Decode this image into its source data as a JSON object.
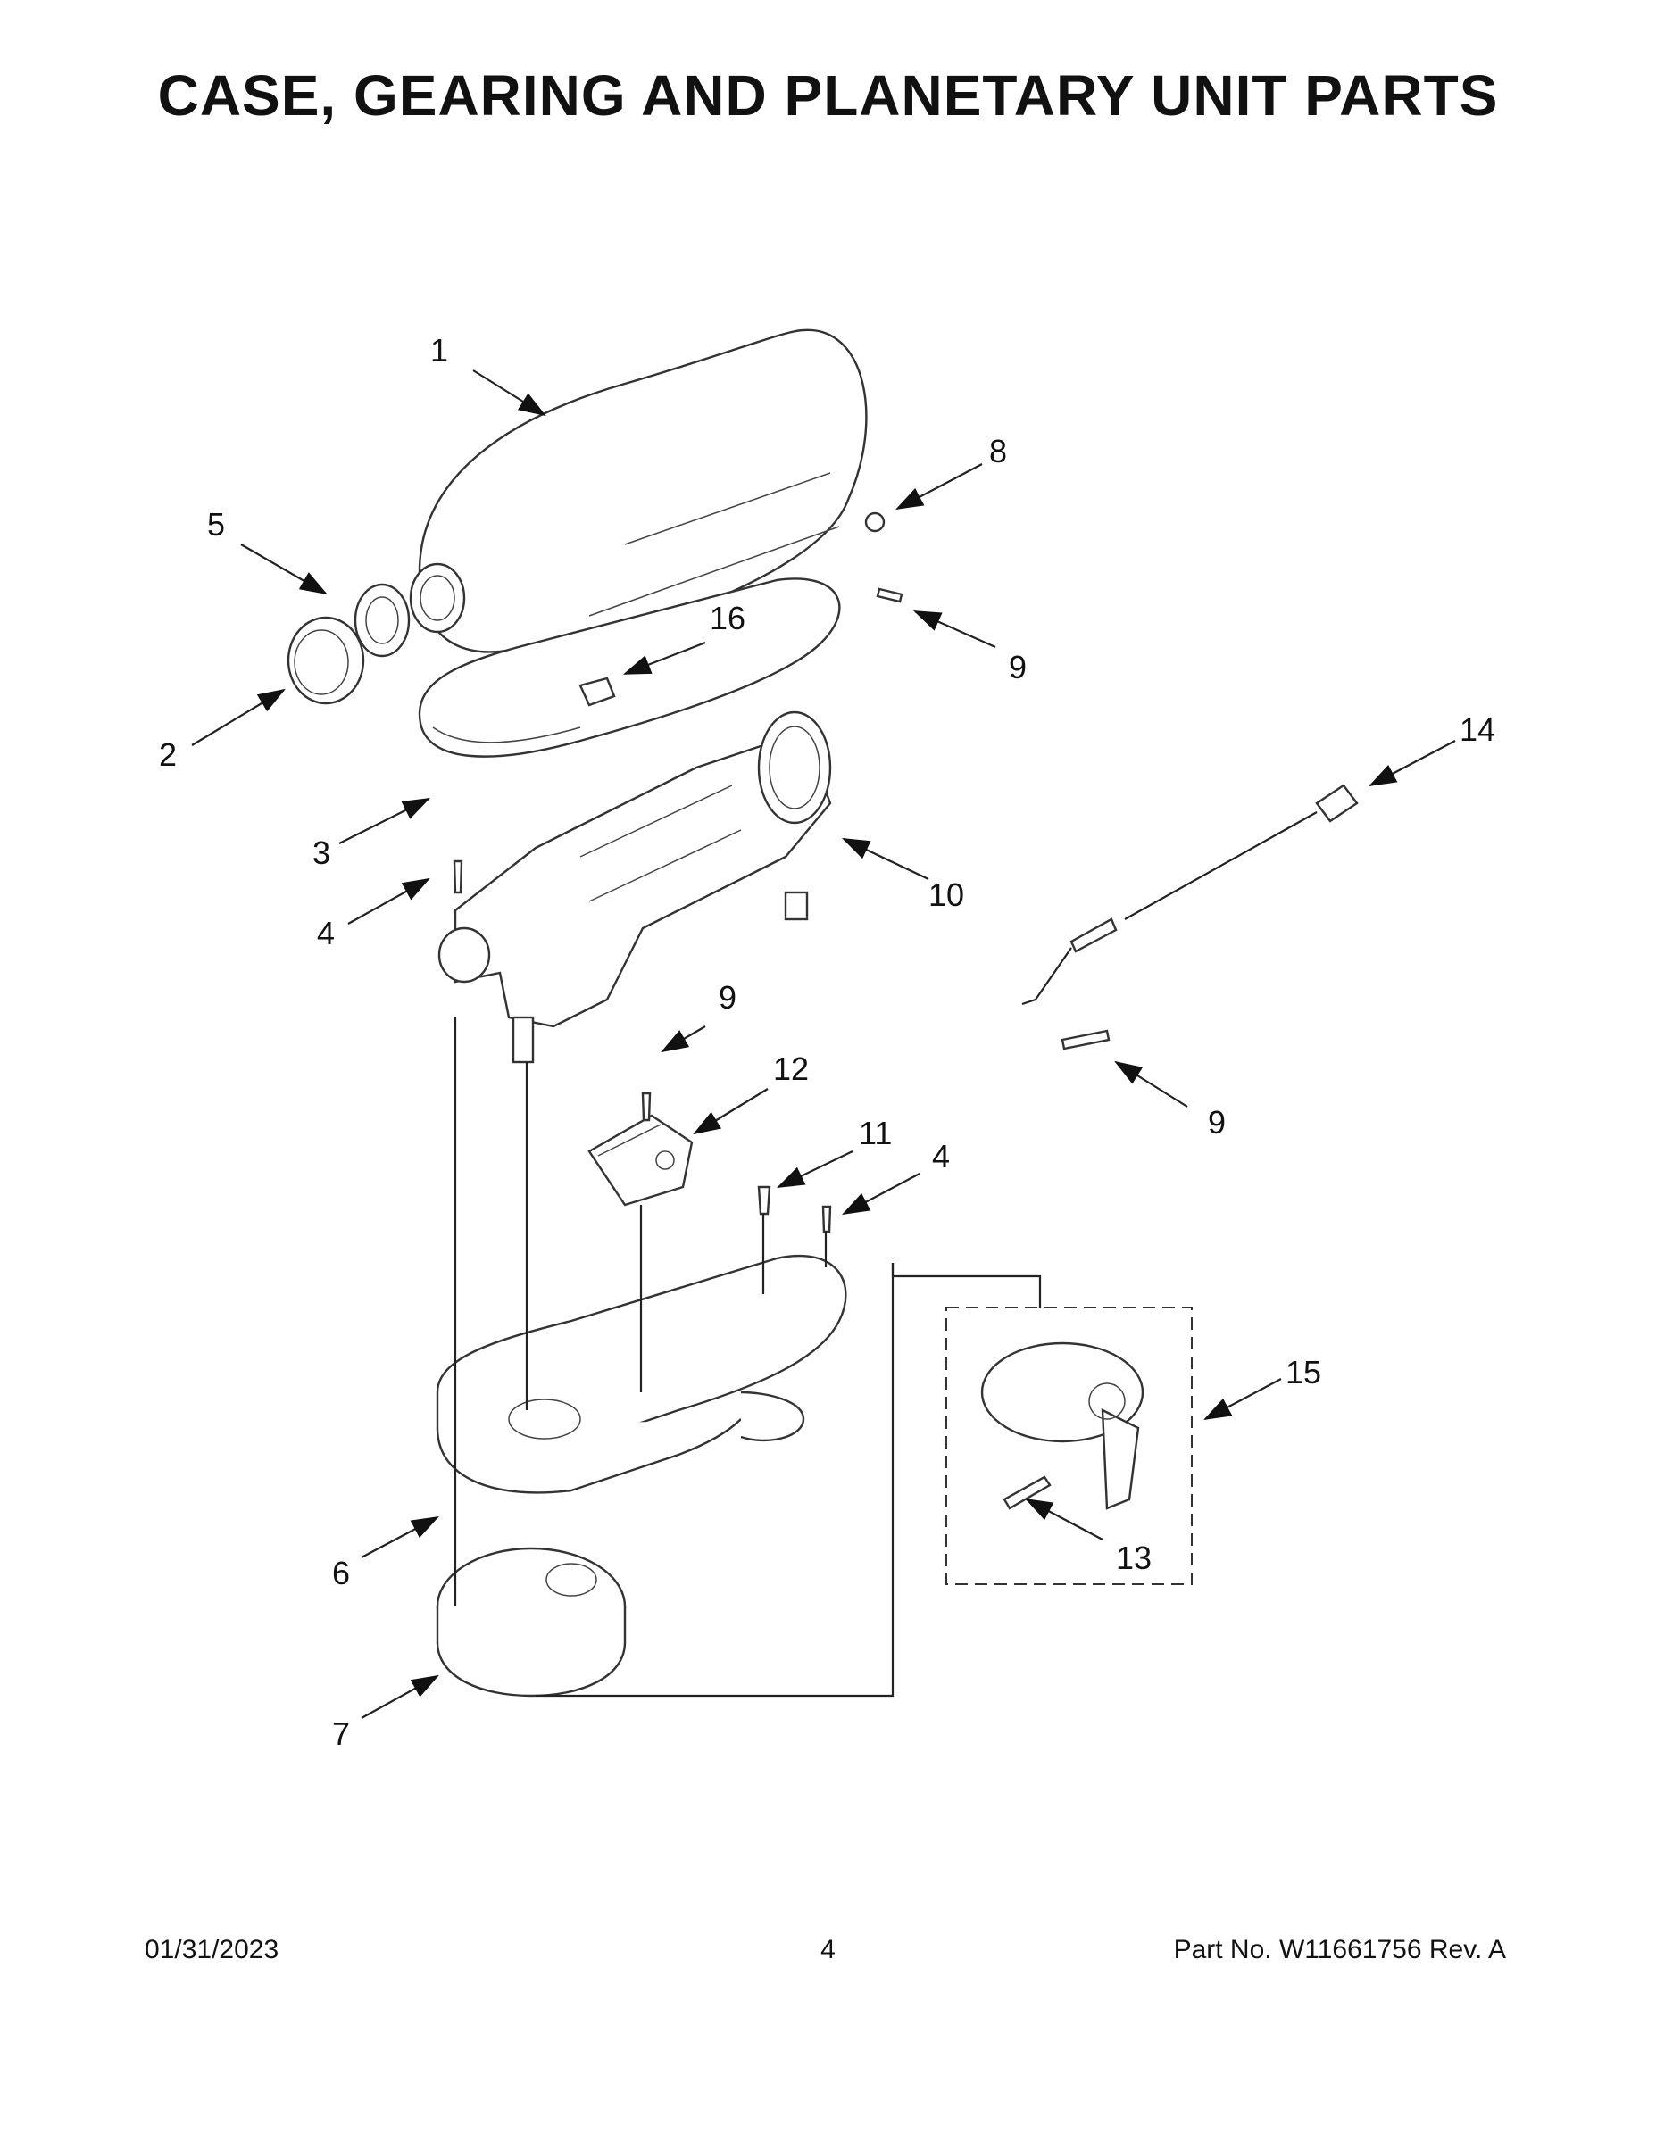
{
  "title": "CASE, GEARING AND PLANETARY UNIT PARTS",
  "callouts": {
    "c1": "1",
    "c2": "2",
    "c3": "3",
    "c4a": "4",
    "c4b": "4",
    "c5": "5",
    "c6": "6",
    "c7": "7",
    "c8": "8",
    "c9a": "9",
    "c9b": "9",
    "c9c": "9",
    "c10": "10",
    "c11": "11",
    "c12": "12",
    "c13": "13",
    "c14": "14",
    "c15": "15",
    "c16": "16"
  },
  "footer": {
    "date": "01/31/2023",
    "page": "4",
    "part_no": "Part No.  W11661756  Rev.  A"
  }
}
